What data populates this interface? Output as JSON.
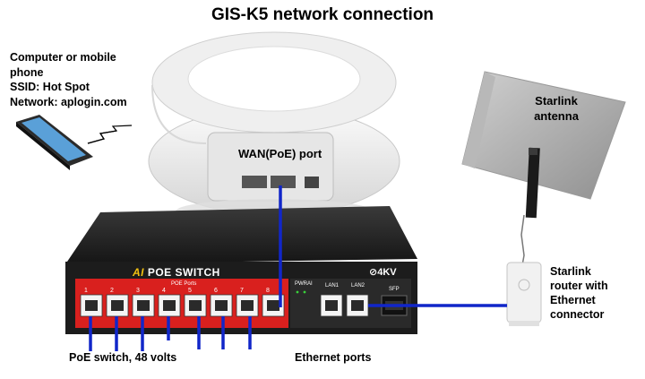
{
  "title": "GIS-K5 network connection",
  "phone_label": {
    "line1": "Computer or mobile",
    "line2": "phone",
    "line3": "SSID: Hot Spot",
    "line4": "Network: aplogin.com"
  },
  "antenna_label": {
    "line1": "Starlink",
    "line2": "antenna"
  },
  "router_label": {
    "line1": "Starlink",
    "line2": "router with",
    "line3": "Ethernet",
    "line4": "connector"
  },
  "wan_label": "WAN(PoE) port",
  "poe_label": "PoE switch, 48 volts",
  "ethernet_label": "Ethernet ports",
  "switch": {
    "ai": "AI",
    "name": "POE SWITCH",
    "kv": "4KV",
    "ports_title": "POE Ports",
    "port_numbers": [
      "1",
      "2",
      "3",
      "4",
      "5",
      "6",
      "7",
      "8"
    ],
    "pwr": "PWR",
    "ai_small": "AI",
    "lan1": "LAN1",
    "lan2": "LAN2",
    "sfp": "SFP"
  },
  "colors": {
    "cable": "#1126c9",
    "switch_face": "#d9201e",
    "switch_body": "#1a1a1a"
  }
}
